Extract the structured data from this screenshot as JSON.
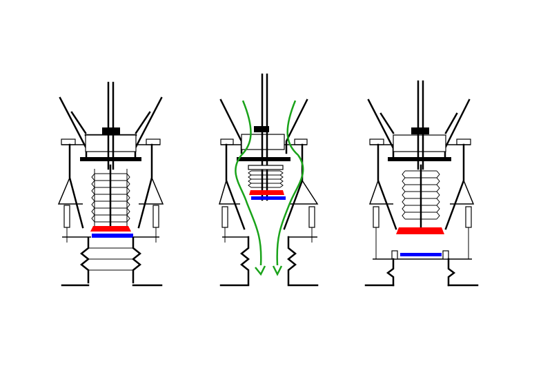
{
  "colors": {
    "line": "#000000",
    "seal_top": "#ff0000",
    "seal_bottom": "#0000ff",
    "flow": "#1aa31a",
    "background": "#ffffff"
  },
  "panels": [
    {
      "name": "valve-closed",
      "state": "closed"
    },
    {
      "name": "valve-open-flow",
      "state": "open"
    },
    {
      "name": "valve-retracted",
      "state": "retracted"
    }
  ]
}
